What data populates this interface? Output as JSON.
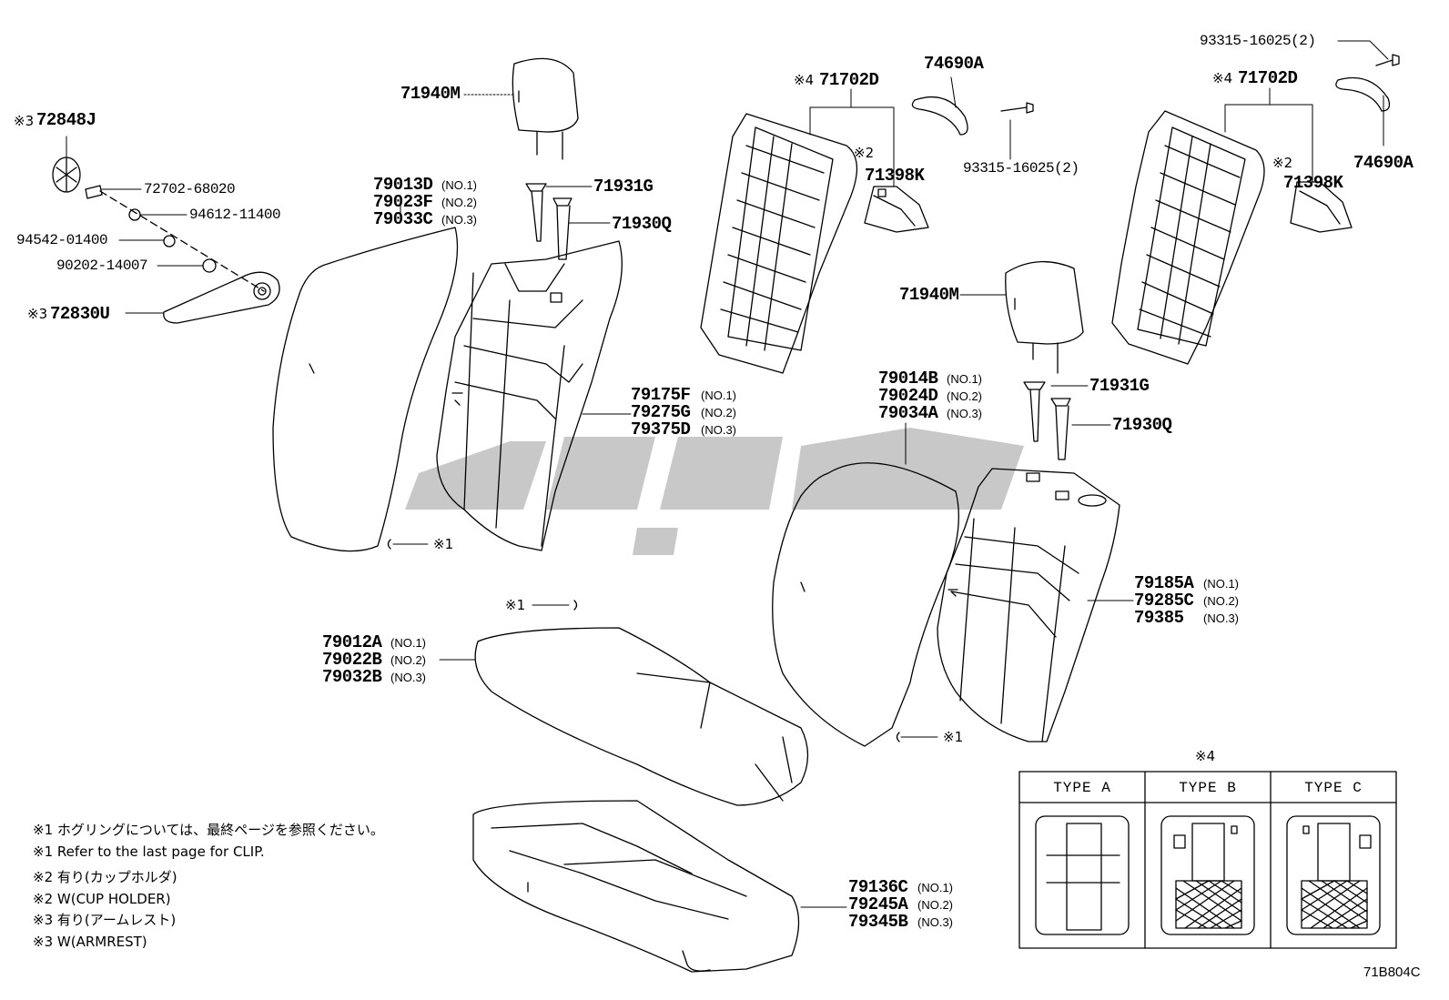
{
  "parts": {
    "armrest_knob": "72848J",
    "armrest_knob_mark": "※3",
    "pin": "72702-68020",
    "washer1": "94612-11400",
    "washer2": "94542-01400",
    "washer3": "90202-14007",
    "armrest": "72830U",
    "armrest_mark": "※3",
    "headrest_left": "71940M",
    "headrest_right": "71940M",
    "guide_left": "71931G",
    "support_left": "71930Q",
    "guide_right": "71931G",
    "support_right": "71930Q",
    "frame_left": "71702D",
    "frame_left_mark": "※4",
    "frame_right": "71702D",
    "frame_right_mark": "※4",
    "cupholder_left": "71398K",
    "cupholder_left_mark": "※2",
    "cupholder_right": "71398K",
    "cupholder_right_mark": "※2",
    "handle_left": "74690A",
    "handle_right": "74690A",
    "screw_left": "93315-16025(2)",
    "screw_right": "93315-16025(2)",
    "cover_left": [
      {
        "pn": "79013D",
        "note": "(NO.1)"
      },
      {
        "pn": "79023F",
        "note": "(NO.2)"
      },
      {
        "pn": "79033C",
        "note": "(NO.3)"
      }
    ],
    "pad_left": [
      {
        "pn": "79175F",
        "note": "(NO.1)"
      },
      {
        "pn": "79275G",
        "note": "(NO.2)"
      },
      {
        "pn": "79375D",
        "note": "(NO.3)"
      }
    ],
    "cover_right": [
      {
        "pn": "79014B",
        "note": "(NO.1)"
      },
      {
        "pn": "79024D",
        "note": "(NO.2)"
      },
      {
        "pn": "79034A",
        "note": "(NO.3)"
      }
    ],
    "pad_right": [
      {
        "pn": "79185A",
        "note": "(NO.1)"
      },
      {
        "pn": "79285C",
        "note": "(NO.2)"
      },
      {
        "pn": "79385",
        "note": "(NO.3)"
      }
    ],
    "cushion_cover": [
      {
        "pn": "79012A",
        "note": "(NO.1)"
      },
      {
        "pn": "79022B",
        "note": "(NO.2)"
      },
      {
        "pn": "79032B",
        "note": "(NO.3)"
      }
    ],
    "cushion_pad": [
      {
        "pn": "79136C",
        "note": "(NO.1)"
      },
      {
        "pn": "79245A",
        "note": "(NO.2)"
      },
      {
        "pn": "79345B",
        "note": "(NO.3)"
      }
    ],
    "clip_mark": "※1"
  },
  "legend": [
    "※1 ホグリングについては、最終ページを参照ください。",
    "※1 Refer to the last page for CLIP.",
    "※2  有り(カップホルダ)",
    "※2  W(CUP HOLDER)",
    "※3  有り(アームレスト)",
    "※3  W(ARMREST)"
  ],
  "type_table": {
    "mark": "※4",
    "headers": [
      "TYPE  A",
      "TYPE  B",
      "TYPE  C"
    ]
  },
  "diagram_code": "71B804C"
}
